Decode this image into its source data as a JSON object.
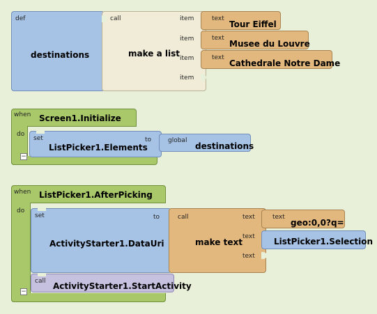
{
  "def_block": {
    "keyword": "def",
    "name": "destinations",
    "call_keyword": "call",
    "make_list_label": "make a list",
    "item_label": "item",
    "items": [
      {
        "type_label": "text",
        "value": "Tour Eiffel"
      },
      {
        "type_label": "text",
        "value": "Musee du Louvre"
      },
      {
        "type_label": "text",
        "value": "Cathedrale Notre Dame"
      }
    ]
  },
  "init_block": {
    "when_keyword": "when",
    "event": "Screen1.Initialize",
    "do_keyword": "do",
    "set_keyword": "set",
    "target": "ListPicker1.Elements",
    "to_keyword": "to",
    "global_keyword": "global",
    "global_name": "destinations",
    "collapse_symbol": "−"
  },
  "after_block": {
    "when_keyword": "when",
    "event": "ListPicker1.AfterPicking",
    "do_keyword": "do",
    "set_keyword": "set",
    "target": "ActivityStarter1.DataUri",
    "to_keyword": "to",
    "call_keyword": "call",
    "make_text_label": "make text",
    "text_label": "text",
    "text_type_label": "text",
    "geo_value": "geo:0,0?q=",
    "selection": "ListPicker1.Selection",
    "call2_keyword": "call",
    "activity_call": "ActivityStarter1.StartActivity",
    "collapse_symbol": "−"
  }
}
